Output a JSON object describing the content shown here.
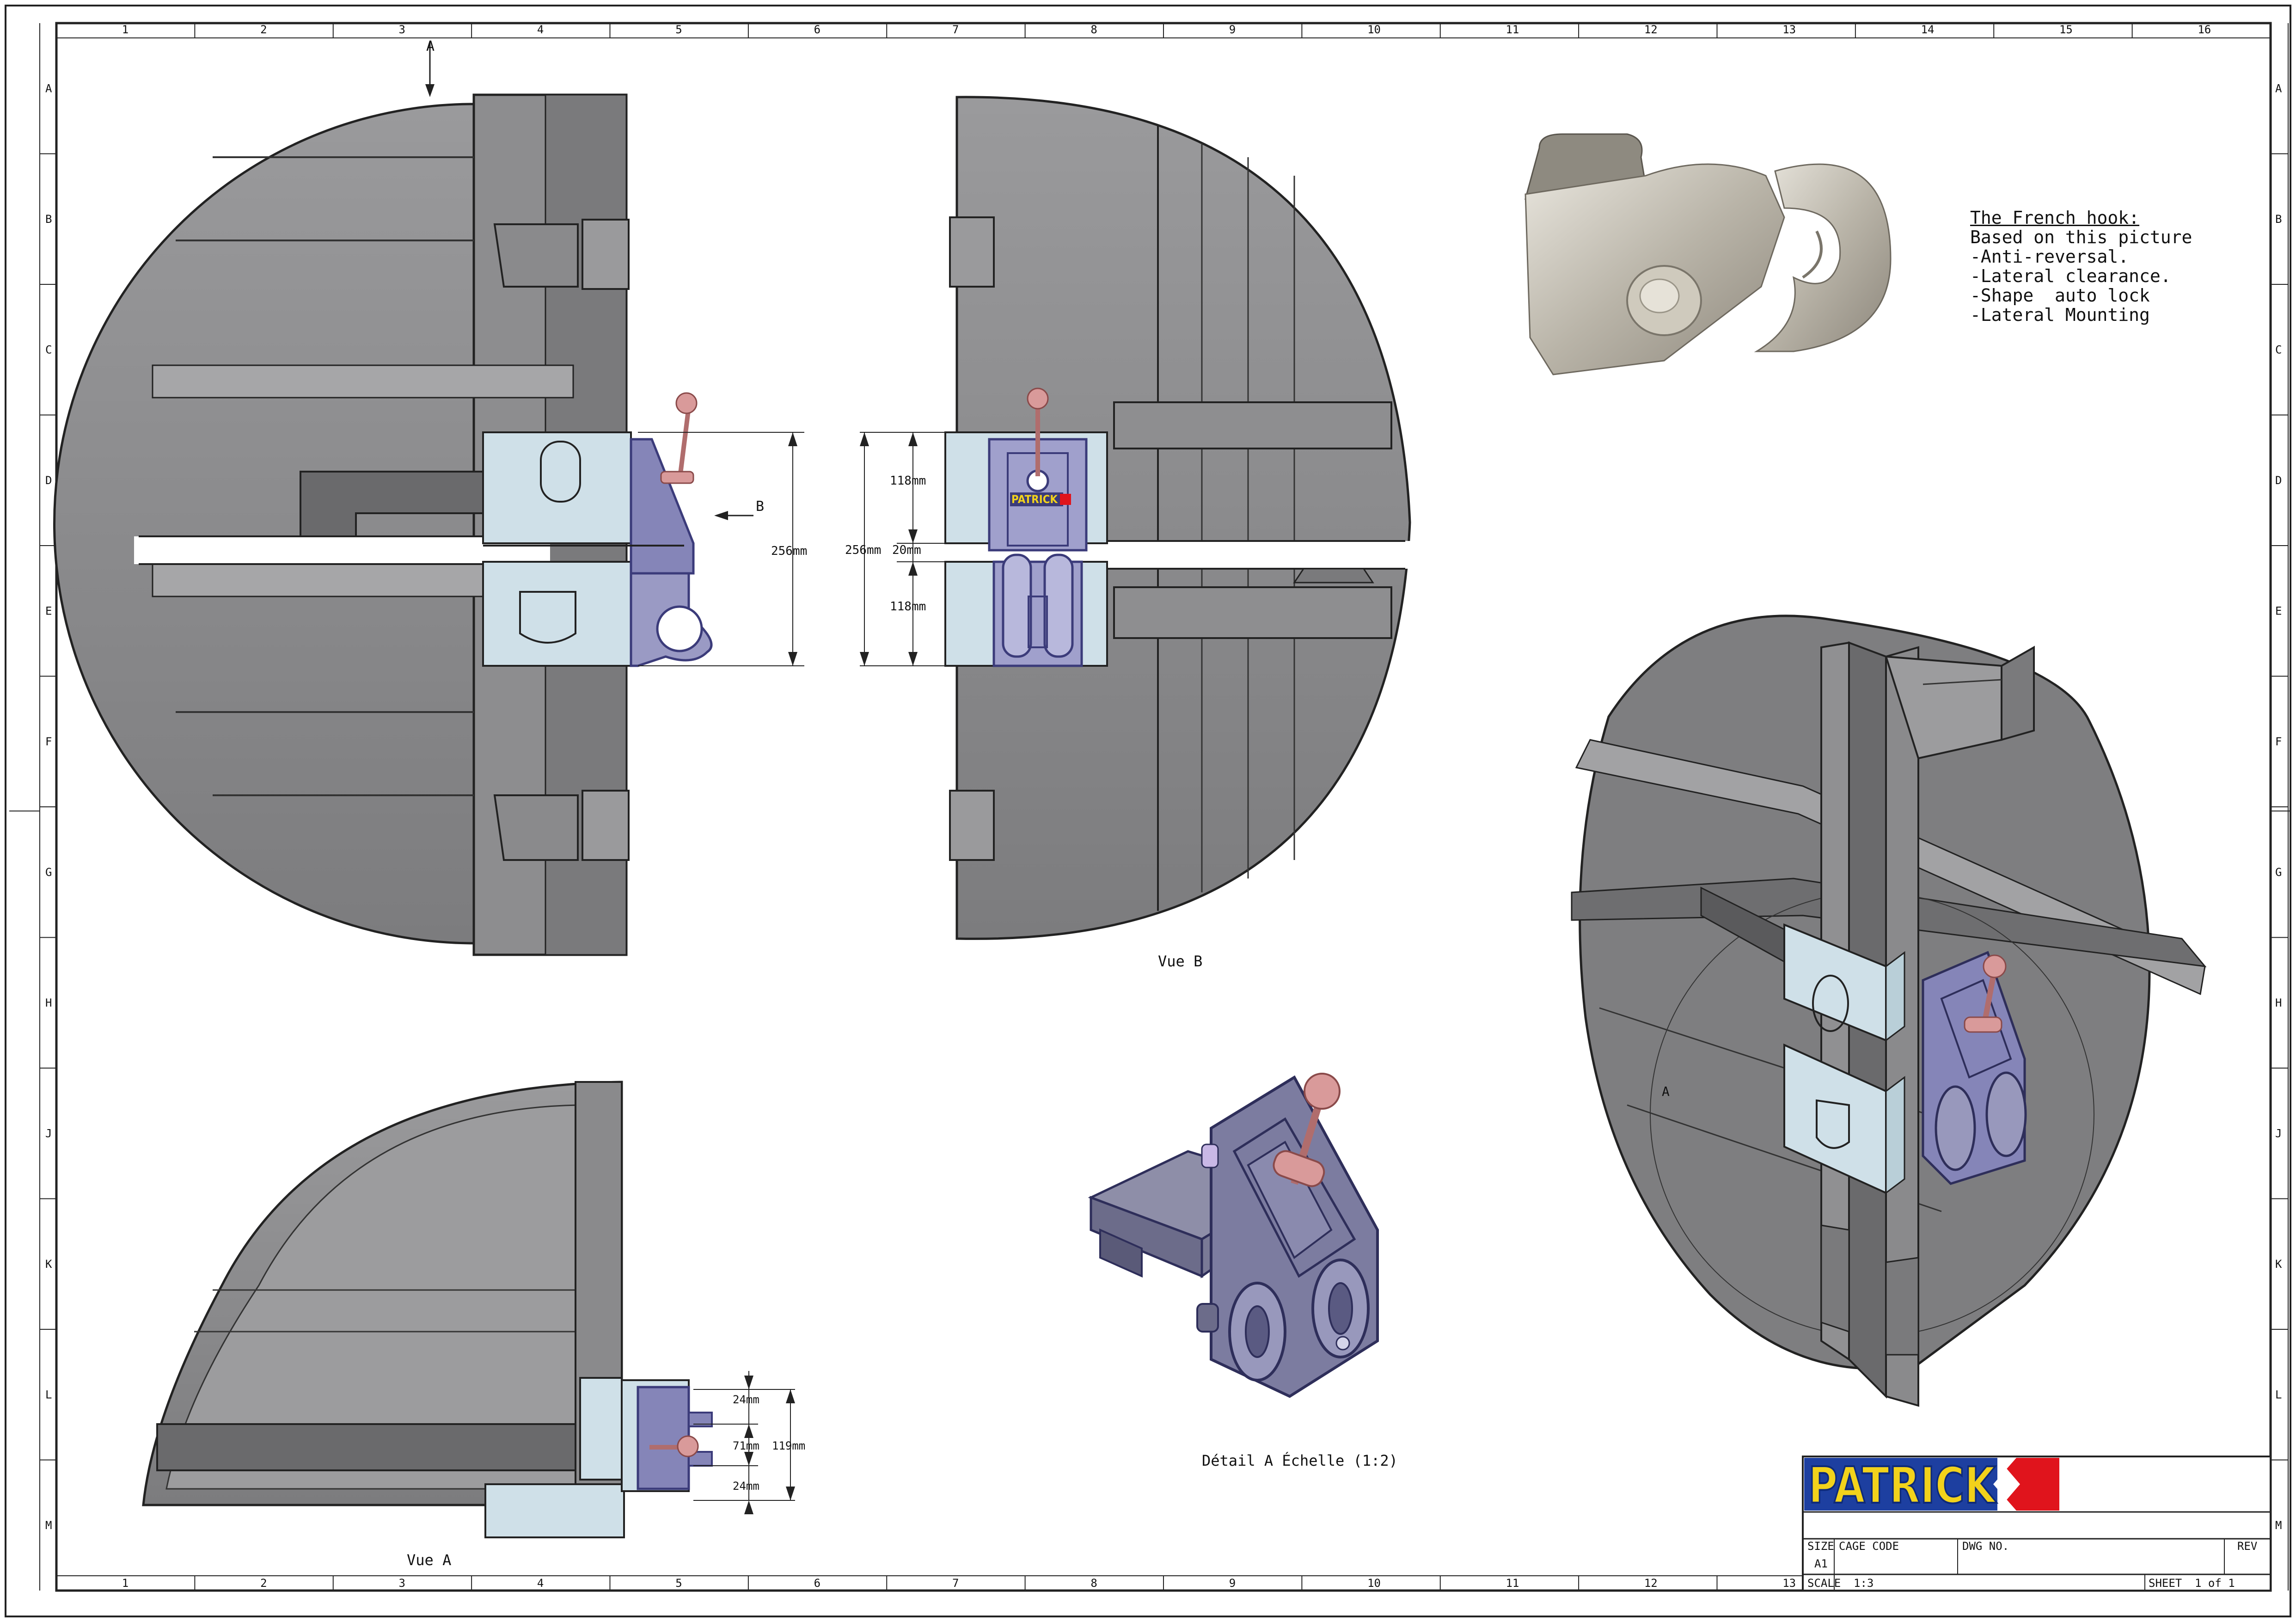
{
  "grid": {
    "columns": [
      "1",
      "2",
      "3",
      "4",
      "5",
      "6",
      "7",
      "8",
      "9",
      "10",
      "11",
      "12",
      "13",
      "14",
      "15",
      "16"
    ],
    "rows": [
      "A",
      "B",
      "C",
      "D",
      "E",
      "F",
      "G",
      "H",
      "J",
      "K",
      "L",
      "M"
    ]
  },
  "views": {
    "vue_a": "Vue A",
    "vue_b": "Vue B",
    "detail": "Détail A Échelle (1:2)",
    "arrow_a": "A",
    "arrow_b": "B",
    "iso_a": "A"
  },
  "dimensions": {
    "d256_left": "256mm",
    "d256_right": "256mm",
    "d118_top": "118mm",
    "d20": "20mm",
    "d118_bottom": "118mm",
    "d24_top": "24mm",
    "d71": "71mm",
    "d119": "119mm",
    "d24_bottom": "24mm"
  },
  "notes": {
    "title": "The French hook:",
    "lines": [
      "Based on this picture",
      "-Anti-reversal.",
      "-Lateral clearance.",
      "-Shape  auto lock",
      "-Lateral Mounting"
    ]
  },
  "title_block": {
    "brand": "PATRICK",
    "brand_plate": "PATRICK",
    "size_label": "SIZE",
    "size_value": "A1",
    "cage_code_label": "CAGE CODE",
    "dwg_no_label": "DWG NO.",
    "rev_label": "REV",
    "scale_label": "SCALE",
    "scale_value": "1:3",
    "sheet_label": "SHEET",
    "sheet_value": "1 of 1"
  },
  "colors": {
    "body_gray": "#8e8e90",
    "body_dark": "#5a5a5c",
    "bracket_blue": "#cfe0e8",
    "hook_purple": "#4a4a8a",
    "handle_pink": "#d99a9a",
    "brand_blue": "#1d3fa0",
    "brand_yellow": "#f2d21b",
    "brand_red": "#e0141c"
  }
}
